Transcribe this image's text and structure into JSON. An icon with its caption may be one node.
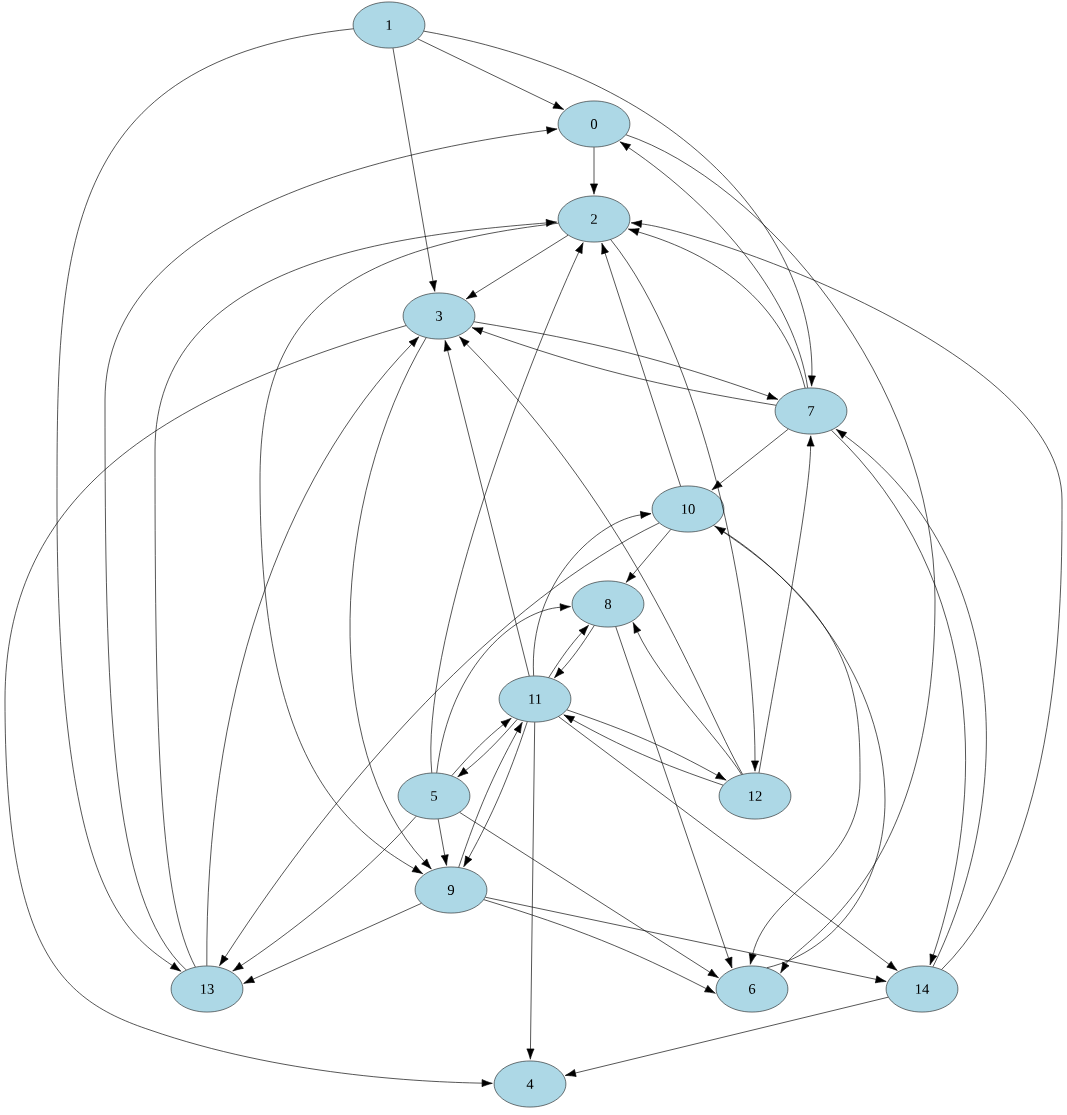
{
  "diagram": {
    "nodes": [
      {
        "text": [
          "0"
        ]
      },
      {
        "text": [
          "1"
        ]
      },
      {
        "text": [
          "2"
        ]
      },
      {
        "text": [
          "3"
        ]
      },
      {
        "text": [
          "4"
        ]
      },
      {
        "text": [
          "5"
        ]
      },
      {
        "text": [
          "6"
        ]
      },
      {
        "text": [
          "7"
        ]
      },
      {
        "text": [
          "8"
        ]
      },
      {
        "text": [
          "9"
        ]
      },
      {
        "text": [
          "10"
        ]
      },
      {
        "text": [
          "11"
        ]
      },
      {
        "text": [
          "12"
        ]
      },
      {
        "text": [
          "13"
        ]
      },
      {
        "text": [
          "14"
        ]
      }
    ],
    "edges": [
      {
        "from": 1,
        "to": 0,
        "arrow": "to"
      },
      {
        "from": 1,
        "to": 3,
        "arrow": "to"
      },
      {
        "from": 1,
        "to": 7,
        "arrow": "to"
      },
      {
        "from": 1,
        "to": 13,
        "arrow": "to"
      },
      {
        "from": 0,
        "to": 2,
        "arrow": "to"
      },
      {
        "from": 0,
        "to": 6,
        "arrow": "to"
      },
      {
        "from": 13,
        "to": 0,
        "arrow": "to"
      },
      {
        "from": 2,
        "to": 3,
        "arrow": "to"
      },
      {
        "from": 2,
        "to": 12,
        "arrow": "to"
      },
      {
        "from": 13,
        "to": 2,
        "arrow": "to"
      },
      {
        "from": 2,
        "to": 9,
        "arrow": "to"
      },
      {
        "from": 3,
        "to": 7,
        "arrow": "to"
      },
      {
        "from": 7,
        "to": 3,
        "arrow": "to"
      },
      {
        "from": 3,
        "to": 4,
        "arrow": "to"
      },
      {
        "from": 3,
        "to": 9,
        "arrow": "to"
      },
      {
        "from": 13,
        "to": 3,
        "arrow": "to"
      },
      {
        "from": 7,
        "to": 0,
        "arrow": "to"
      },
      {
        "from": 7,
        "to": 2,
        "arrow": "to"
      },
      {
        "from": 7,
        "to": 10,
        "arrow": "to"
      },
      {
        "from": 7,
        "to": 14,
        "arrow": "to"
      },
      {
        "from": 14,
        "to": 7,
        "arrow": "to"
      },
      {
        "from": 14,
        "to": 2,
        "arrow": "to"
      },
      {
        "from": 10,
        "to": 2,
        "arrow": "to"
      },
      {
        "from": 10,
        "to": 8,
        "arrow": "to"
      },
      {
        "from": 10,
        "to": 13,
        "arrow": "to"
      },
      {
        "from": 10,
        "to": 6,
        "arrow": "to"
      },
      {
        "from": 6,
        "to": 10,
        "arrow": "to"
      },
      {
        "from": 11,
        "to": 10,
        "arrow": "to"
      },
      {
        "from": 11,
        "to": 3,
        "arrow": "to"
      },
      {
        "from": 11,
        "to": 8,
        "arrow": "to"
      },
      {
        "from": 8,
        "to": 11,
        "arrow": "to"
      },
      {
        "from": 8,
        "to": 6,
        "arrow": "to"
      },
      {
        "from": 12,
        "to": 8,
        "arrow": "to"
      },
      {
        "from": 12,
        "to": 3,
        "arrow": "to"
      },
      {
        "from": 12,
        "to": 7,
        "arrow": "to"
      },
      {
        "from": 11,
        "to": 12,
        "arrow": "to"
      },
      {
        "from": 12,
        "to": 11,
        "arrow": "to"
      },
      {
        "from": 11,
        "to": 5,
        "arrow": "to"
      },
      {
        "from": 5,
        "to": 11,
        "arrow": "to"
      },
      {
        "from": 11,
        "to": 9,
        "arrow": "to"
      },
      {
        "from": 9,
        "to": 11,
        "arrow": "to"
      },
      {
        "from": 11,
        "to": 4,
        "arrow": "to"
      },
      {
        "from": 11,
        "to": 14,
        "arrow": "to"
      },
      {
        "from": 5,
        "to": 2,
        "arrow": "to"
      },
      {
        "from": 5,
        "to": 8,
        "arrow": "to"
      },
      {
        "from": 5,
        "to": 9,
        "arrow": "to"
      },
      {
        "from": 5,
        "to": 13,
        "arrow": "to"
      },
      {
        "from": 5,
        "to": 6,
        "arrow": "to"
      },
      {
        "from": 9,
        "to": 13,
        "arrow": "to"
      },
      {
        "from": 9,
        "to": 6,
        "arrow": "to"
      },
      {
        "from": 9,
        "to": 14,
        "arrow": "to"
      },
      {
        "from": 14,
        "to": 4,
        "arrow": "to"
      }
    ]
  }
}
